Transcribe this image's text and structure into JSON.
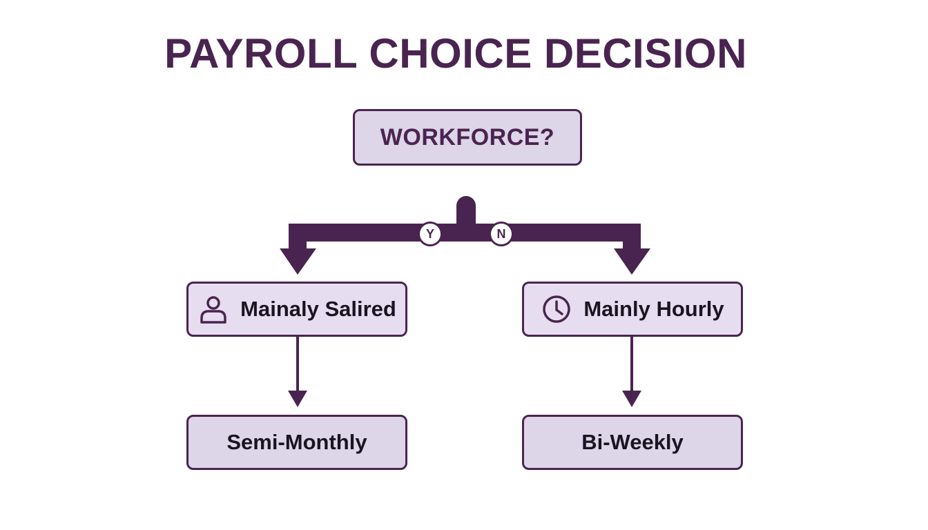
{
  "title": "PAYROLL CHOICE DECISION",
  "decision": {
    "label": "WORKFORCE?"
  },
  "branches": {
    "yes_label": "Y",
    "no_label": "N"
  },
  "nodes": {
    "salaried": {
      "label": "Mainaly Salired",
      "icon": "person-icon"
    },
    "hourly": {
      "label": "Mainly Hourly",
      "icon": "clock-icon"
    }
  },
  "results": {
    "salaried": "Semi-Monthly",
    "hourly": "Bi-Weekly"
  },
  "colors": {
    "primary": "#4a2450",
    "box_fill": "#ddd5e8",
    "background": "#ffffff",
    "text": "#1b1420"
  }
}
